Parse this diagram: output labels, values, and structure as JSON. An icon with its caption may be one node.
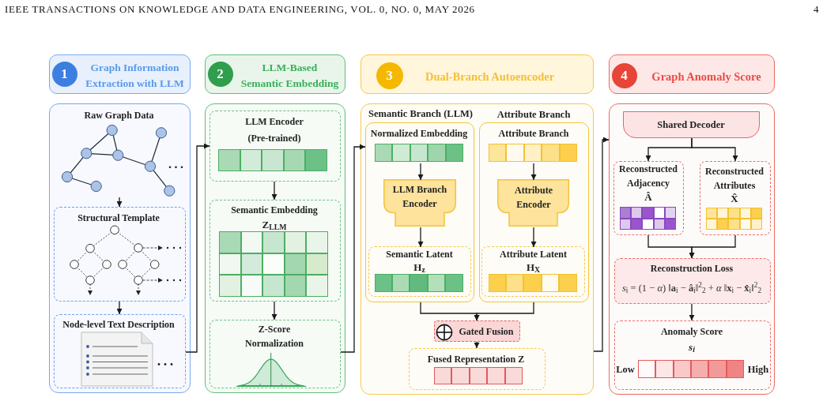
{
  "diagram": {
    "nodes": [
      {
        "text": [
          "Graph Information Extraction with LLM"
        ]
      },
      {
        "text": [
          "1"
        ],
        "in": 0
      },
      {
        "text": [],
        "shape": "box"
      },
      {
        "text": [
          "Raw Graph Data"
        ],
        "in": 2
      },
      {
        "text": [
          "Structural Template"
        ],
        "in": 2
      },
      {
        "text": [
          "Node-level Text Description"
        ],
        "in": 2
      },
      {
        "text": [
          "LLM-Based Semantic Embedding"
        ]
      },
      {
        "text": [
          "2"
        ],
        "in": 6
      },
      {
        "text": [],
        "shape": "box"
      },
      {
        "text": [
          "LLM Encoder (Pre-trained)"
        ],
        "in": 8
      },
      {
        "text": [
          "Semantic Embedding",
          "Z$_{LLM}$"
        ],
        "in": 8
      },
      {
        "text": [
          "Z-Score Normalization"
        ],
        "in": 8
      },
      {
        "text": [
          "Dual-Branch Autoencoder"
        ]
      },
      {
        "text": [
          "3"
        ],
        "in": 12
      },
      {
        "text": [],
        "shape": "box"
      },
      {
        "text": [
          "Semantic Branch (LLM)"
        ],
        "in": 14
      },
      {
        "text": [
          "Normalized Embedding"
        ],
        "in": 15
      },
      {
        "text": [
          "LLM Branch Encoder"
        ],
        "in": 15
      },
      {
        "text": [
          "Semantic Latent",
          "H$_{z}$"
        ],
        "in": 15
      },
      {
        "text": [
          "Attribute Branch"
        ],
        "in": 14
      },
      {
        "text": [
          "Attribute Branch"
        ],
        "in": 19
      },
      {
        "text": [
          "Attribute Encoder"
        ],
        "in": 19
      },
      {
        "text": [
          "Attribute Latent",
          "H$_{X}$"
        ],
        "in": 19
      },
      {
        "text": [
          "Gated Fusion"
        ],
        "in": 14
      },
      {
        "text": [
          "Fused Representation Z"
        ],
        "in": 14
      },
      {
        "text": [
          "Graph Anomaly Score"
        ]
      },
      {
        "text": [
          "4"
        ],
        "in": 25
      },
      {
        "text": [],
        "shape": "box"
      },
      {
        "text": [
          "Shared Decoder"
        ],
        "in": 27
      },
      {
        "text": [
          "Reconstructed Adjacency",
          "Â"
        ],
        "in": 27
      },
      {
        "text": [
          "Reconstructed Attributes",
          "X̂"
        ],
        "in": 27
      },
      {
        "text": [
          "Reconstruction Loss",
          "*s*$_{i}$ = (1 − *α*) ‖**a**$_{i}$ − **â**$_{i}$‖$^{2}$$_{2}$ + *α* ‖**x**$_{i}$ − **x̂**$_{i}$‖$^{2}$$_{2}$"
        ],
        "in": 27
      },
      {
        "text": [
          "Anomaly Score",
          "s$_{i}$",
          "Low",
          "High"
        ],
        "in": 27
      }
    ],
    "edges": [
      {
        "from": 3,
        "to": 4,
        "arrow": "to"
      },
      {
        "from": 4,
        "to": 5,
        "arrow": "to"
      },
      {
        "from": 5,
        "to": 9,
        "arrow": "to"
      },
      {
        "from": 9,
        "to": 10,
        "arrow": "to"
      },
      {
        "from": 10,
        "to": 11,
        "arrow": "to"
      },
      {
        "from": 11,
        "to": 15,
        "arrow": "to"
      },
      {
        "from": 16,
        "to": 17,
        "arrow": "to"
      },
      {
        "from": 17,
        "to": 18,
        "arrow": "to"
      },
      {
        "from": 20,
        "to": 21,
        "arrow": "to"
      },
      {
        "from": 21,
        "to": 22,
        "arrow": "to"
      },
      {
        "from": 15,
        "to": 23,
        "arrow": "to"
      },
      {
        "from": 19,
        "to": 23,
        "arrow": "to"
      },
      {
        "from": 23,
        "to": 24,
        "arrow": "to"
      },
      {
        "from": 14,
        "to": 27,
        "arrow": "to"
      },
      {
        "from": 28,
        "to": 29,
        "arrow": "to"
      },
      {
        "from": 28,
        "to": 30,
        "arrow": "to"
      },
      {
        "from": 29,
        "to": 31,
        "arrow": "to"
      },
      {
        "from": 30,
        "to": 31,
        "arrow": "to"
      },
      {
        "from": 31,
        "to": 32,
        "arrow": "to"
      }
    ],
    "labels": [
      "IEEE TRANSACTIONS ON KNOWLEDGE AND DATA ENGINEERING, VOL. 0, NO. 0, MAY 2026",
      "4"
    ]
  }
}
